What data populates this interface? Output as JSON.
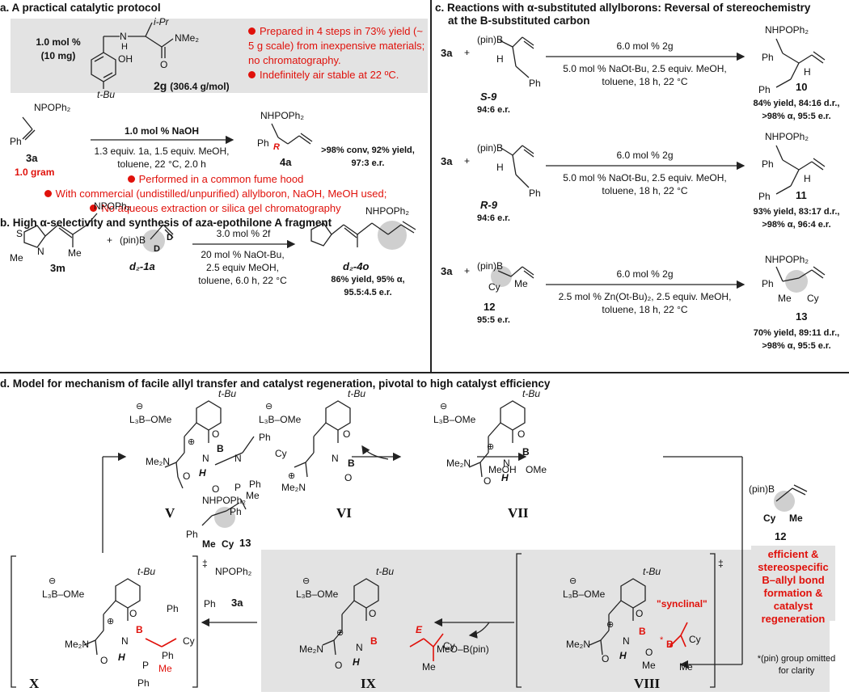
{
  "panel_a": {
    "title": "a. A practical catalytic protocol",
    "cat_load": "1.0 mol %",
    "cat_mass": "(10 mg)",
    "cat_name": "2g",
    "cat_mw": "(306.4 g/mol)",
    "cat_iPr": "i-Pr",
    "cat_NMe2": "NMe₂",
    "cat_N": "N",
    "cat_H": "H",
    "cat_OH": "OH",
    "cat_O": "O",
    "cat_tBu": "t-Bu",
    "bullet1": "Prepared in 4 steps in 73% yield (~ 5 g scale) from inexpensive materials; no chromatography.",
    "bullet2": "Indefinitely air stable at 22 ºC.",
    "sm_label": "NPOPh₂",
    "sm_ph": "Ph",
    "sm_name": "3a",
    "sm_mass": "1.0 gram",
    "arrow_top": "1.0 mol % NaOH",
    "arrow_bot1": "1.3 equiv. 1a, 1.5 equiv. MeOH,",
    "arrow_bot2": "toluene, 22 °C, 2.0 h",
    "prod_label": "NHPOPh₂",
    "prod_ph": "Ph",
    "prod_R": "R",
    "prod_name": "4a",
    "prod_yield1": ">98% conv, 92% yield,",
    "prod_yield2": "97:3 e.r.",
    "note1": "Performed in a common fume hood",
    "note2": "With commercial (undistilled/unpurified) allylboron, NaOH, MeOH used;",
    "note3": "No aqueous extraction or silica gel chromatography"
  },
  "panel_b": {
    "title": "b. High α-selectivity and synthesis of aza-epothilone A fragment",
    "sm_label": "NPOPh₂",
    "sm_S": "S",
    "sm_N": "N",
    "sm_Me": "Me",
    "sm_Me2": "Me",
    "sm_name": "3m",
    "plus": "+",
    "boron": "(pin)B",
    "d1": "D",
    "d2": "D",
    "boron_name": "d₂-1a",
    "arrow_top": "3.0 mol % 2f",
    "arrow_bot1": "20 mol % NaOt-Bu,",
    "arrow_bot2": "2.5 equiv MeOH,",
    "arrow_bot3": "toluene, 6.0 h, 22 °C",
    "prod_label": "NHPOPh₂",
    "prod_name": "d₂-4o",
    "prod_yield1": "86% yield, 95% α,",
    "prod_yield2": "95.5:4.5 e.r."
  },
  "panel_c": {
    "title1": "c. Reactions with α-substituted allylborons: Reversal of stereochemistry",
    "title2": "at the B-substituted carbon",
    "rows": [
      {
        "sm": "3a",
        "plus": "+",
        "boron": "(pin)B",
        "sub1": "H",
        "sub2": "Ph",
        "name": "S-9",
        "er": "94:6 e.r.",
        "top": "6.0 mol % 2g",
        "bot1": "5.0 mol % NaOt-Bu, 2.5 equiv. MeOH,",
        "bot2": "toluene, 18 h, 22 °C",
        "p_label": "NHPOPh₂",
        "p_ph": "Ph",
        "p_sub": "H",
        "p_ph2": "Ph",
        "p_name": "10",
        "y1": "84% yield, 84:16 d.r.,",
        "y2": ">98% α, 95:5 e.r."
      },
      {
        "sm": "3a",
        "plus": "+",
        "boron": "(pin)B",
        "sub1": "H",
        "sub2": "Ph",
        "name": "R-9",
        "er": "94:6 e.r.",
        "top": "6.0 mol % 2g",
        "bot1": "5.0 mol % NaOt-Bu, 2.5 equiv. MeOH,",
        "bot2": "toluene, 18 h, 22 °C",
        "p_label": "NHPOPh₂",
        "p_ph": "Ph",
        "p_sub": "H",
        "p_ph2": "Ph",
        "p_name": "11",
        "y1": "93% yield, 83:17 d.r.,",
        "y2": ">98% α, 96:4 e.r."
      },
      {
        "sm": "3a",
        "plus": "+",
        "boron": "(pin)B",
        "sub1": "Cy",
        "sub2": "Me",
        "name": "12",
        "er": "95:5 e.r.",
        "top": "6.0 mol % 2g",
        "bot1": "2.5 mol % Zn(Ot-Bu)₂, 2.5 equiv. MeOH,",
        "bot2": "toluene, 18 h, 22 °C",
        "p_label": "NHPOPh₂",
        "p_ph": "Ph",
        "p_sub": "Me",
        "p_ph2": "Cy",
        "p_name": "13",
        "y1": "70% yield, 89:11 d.r.,",
        "y2": ">98% α, 95:5 e.r."
      }
    ]
  },
  "panel_d": {
    "title": "d. Model for mechanism of facile allyl transfer and catalyst regeneration, pivotal to high catalyst efficiency",
    "tBu": "t-Bu",
    "L3B": "L₃B–OMe",
    "ominus": "⊖",
    "oplus": "⊕",
    "N": "N",
    "B": "B",
    "O": "O",
    "H": "H",
    "P": "P",
    "Me2N": "Me₂N",
    "Me": "Me",
    "Ph": "Ph",
    "Cy": "Cy",
    "OMe": "OMe",
    "E": "E",
    "synclinal": "\"synclinal\"",
    "V": "V",
    "VI": "VI",
    "VII": "VII",
    "VIII": "VIII",
    "IX": "IX",
    "X": "X",
    "dagger": "‡",
    "MeOH": "MeOH",
    "byprod": "NHPOPh₂",
    "byprod_name": "13",
    "boron12": "(pin)B",
    "boron12_name": "12",
    "reagent3a": "NPOPh₂",
    "reagent3a_name": "3a",
    "meob": "MeO–B(pin)",
    "red_box": "efficient & stereospecific B–allyl bond formation & catalyst regeneration",
    "footnote": "*(pin) group omitted for clarity",
    "star": "*"
  }
}
